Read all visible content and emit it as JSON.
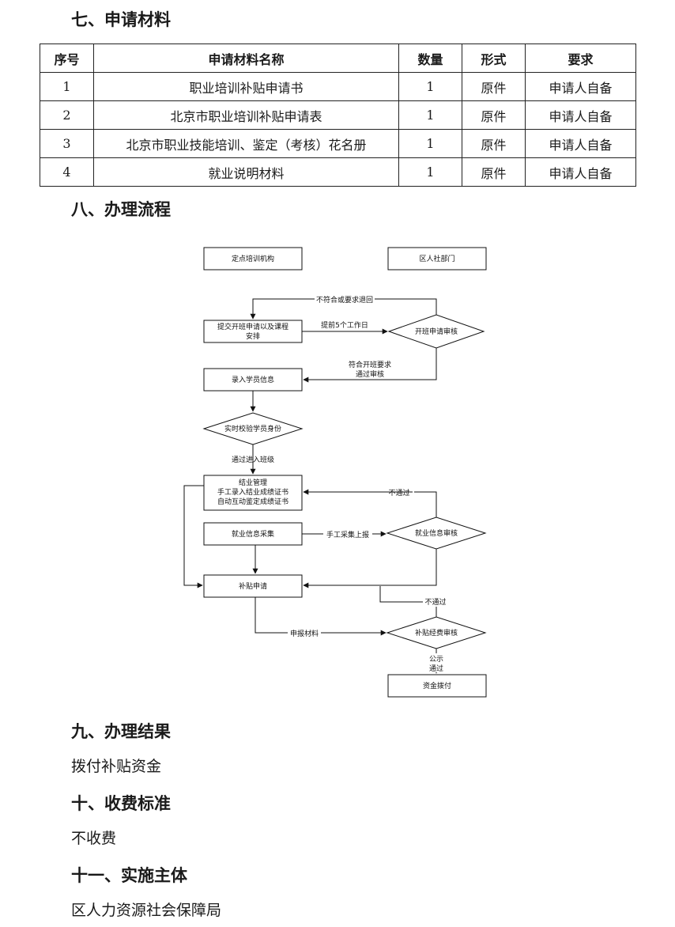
{
  "sections": {
    "s7": {
      "title": "七、申请材料"
    },
    "s8": {
      "title": "八、办理流程"
    },
    "s9": {
      "title": "九、办理结果",
      "content": "拨付补贴资金"
    },
    "s10": {
      "title": "十、收费标准",
      "content": "不收费"
    },
    "s11": {
      "title": "十一、实施主体",
      "content": "区人力资源社会保障局"
    }
  },
  "materials_table": {
    "headers": [
      "序号",
      "申请材料名称",
      "数量",
      "形式",
      "要求"
    ],
    "rows": [
      [
        "1",
        "职业培训补贴申请书",
        "1",
        "原件",
        "申请人自备"
      ],
      [
        "2",
        "北京市职业培训补贴申请表",
        "1",
        "原件",
        "申请人自备"
      ],
      [
        "3",
        "北京市职业技能培训、鉴定（考核）花名册",
        "1",
        "原件",
        "申请人自备"
      ],
      [
        "4",
        "就业说明材料",
        "1",
        "原件",
        "申请人自备"
      ]
    ]
  },
  "flowchart": {
    "nodes": {
      "lane_training": "定点培训机构",
      "lane_district": "区人社部门",
      "submit_line1": "提交开班申请以及课程",
      "submit_line2": "安排",
      "class_review": "开班申请审核",
      "enter_info": "录入学员信息",
      "verify_identity": "实时校验学员身份",
      "completion_line1": "结业管理",
      "completion_line2": "手工录入结业成绩证书",
      "completion_line3": "自动互动鉴定成绩证书",
      "employment_collect": "就业信息采集",
      "employment_review": "就业信息审核",
      "subsidy_apply": "补贴申请",
      "subsidy_review": "补贴经费审核",
      "fund_disburse": "资金拨付"
    },
    "labels": {
      "reject_return": "不符合或要求退回",
      "advance_days": "提前5个工作日",
      "meet_req_line1": "符合开班要求",
      "meet_req_line2": "通过审核",
      "enter_class": "通过进入班级",
      "not_pass_1": "不通过",
      "manual_report": "手工采集上报",
      "not_pass_2": "不通过",
      "submit_materials": "申报材料",
      "publicize": "公示",
      "pass": "通过"
    }
  }
}
